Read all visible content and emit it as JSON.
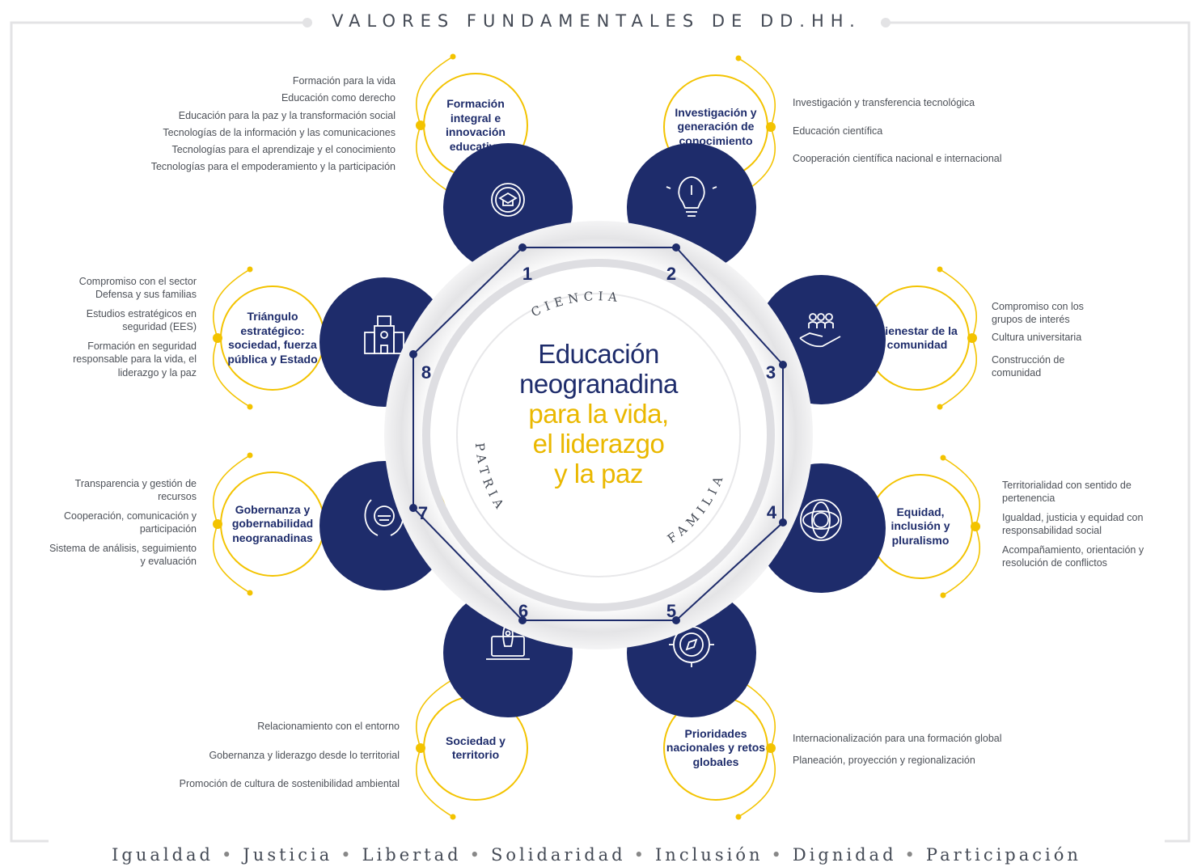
{
  "header": {
    "title": "VALORES FUNDAMENTALES DE DD.HH."
  },
  "center": {
    "line1": "Educación",
    "line2": "neogranadina",
    "line3": "para la vida,",
    "line4": "el liderazgo",
    "line5": "y la paz",
    "arc_top": "CIENCIA",
    "arc_left": "PATRIA",
    "arc_right": "FAMILIA"
  },
  "pillars": [
    {
      "number": "1",
      "icon": "graduation-cap-icon",
      "label": "Formación integral e innovación educativa",
      "items": [
        "Formación para la vida",
        "Educación como derecho",
        "Educación para la paz y la transformación social",
        "Tecnologías de la información y las comunicaciones",
        "Tecnologías para el aprendizaje y el conocimiento",
        "Tecnologías para el empoderamiento y la participación"
      ]
    },
    {
      "number": "2",
      "icon": "lightbulb-icon",
      "label": "Investigación y generación de conocimiento",
      "items": [
        "Investigación y transferencia tecnológica",
        "Educación científica",
        "Cooperación científica nacional e internacional"
      ]
    },
    {
      "number": "3",
      "icon": "community-hand-icon",
      "label": "Bienestar de la comunidad",
      "items": [
        "Compromiso con los grupos de interés",
        "Cultura universitaria",
        "Construcción de comunidad"
      ]
    },
    {
      "number": "4",
      "icon": "people-circle-icon",
      "label": "Equidad, inclusión y pluralismo",
      "items": [
        "Territorialidad con sentido de pertenencia",
        "Igualdad, justicia y equidad con responsabilidad social",
        "Acompañamiento, orientación y resolución de conflictos"
      ]
    },
    {
      "number": "5",
      "icon": "compass-icon",
      "label": "Prioridades nacionales y retos globales",
      "items": [
        "Internacionalización para una formación global",
        "Planeación, proyección y regionalización"
      ]
    },
    {
      "number": "6",
      "icon": "rocket-laptop-icon",
      "label": "Sociedad y territorio",
      "items": [
        "Relacionamiento con el entorno",
        "Gobernanza y liderazgo desde lo territorial",
        "Promoción de cultura de sostenibilidad ambiental"
      ]
    },
    {
      "number": "7",
      "icon": "laurel-emblem-icon",
      "label": "Gobernanza y gobernabilidad neogranadinas",
      "items": [
        "Transparencia y gestión de recursos",
        "Cooperación, comunicación y participación",
        "Sistema de análisis, seguimiento y evaluación"
      ]
    },
    {
      "number": "8",
      "icon": "building-icon",
      "label": "Triángulo estratégico: sociedad, fuerza pública y Estado",
      "items": [
        "Compromiso con el sector Defensa y sus familias",
        "Estudios estratégicos en seguridad (EES)",
        "Formación en seguridad responsable para la vida, el liderazgo y la paz"
      ]
    }
  ],
  "footer": {
    "values": [
      "Igualdad",
      "Justicia",
      "Libertad",
      "Solidaridad",
      "Inclusión",
      "Dignidad",
      "Participación"
    ]
  },
  "colors": {
    "navy": "#1e2c6b",
    "gold": "#f3c300",
    "text": "#4d5158"
  }
}
